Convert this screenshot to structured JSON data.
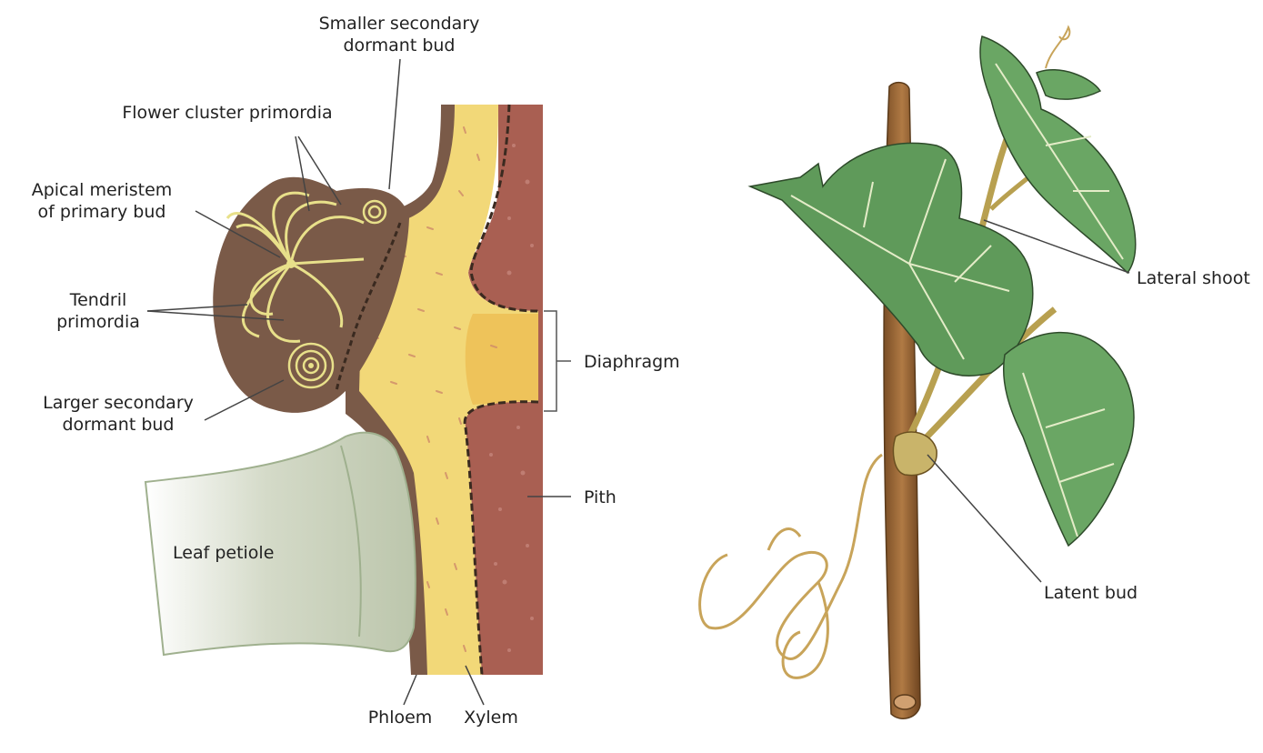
{
  "labels": {
    "smaller_secondary_bud": [
      "Smaller secondary",
      "dormant bud"
    ],
    "flower_cluster": [
      "Flower cluster primordia"
    ],
    "apical_meristem": [
      "Apical meristem",
      "of primary bud"
    ],
    "tendril_primordia": [
      "Tendril",
      "primordia"
    ],
    "larger_secondary_bud": [
      "Larger secondary",
      "dormant bud"
    ],
    "leaf_petiole": [
      "Leaf petiole"
    ],
    "diaphragm": [
      "Diaphragm"
    ],
    "pith": [
      "Pith"
    ],
    "phloem": [
      "Phloem"
    ],
    "xylem": [
      "Xylem"
    ],
    "lateral_shoot": [
      "Lateral shoot"
    ],
    "latent_bud": [
      "Latent bud"
    ]
  },
  "colors": {
    "bud_brown": "#7a5a48",
    "bud_lines": "#e8e08a",
    "pith_red": "#a95f52",
    "xylem_yellow": "#f2d878",
    "petiole_green": "#c7cfb9",
    "leaf_green": "#5f9a5a",
    "cane_brown": "#9a6a3a",
    "tendril": "#c8a45a"
  }
}
